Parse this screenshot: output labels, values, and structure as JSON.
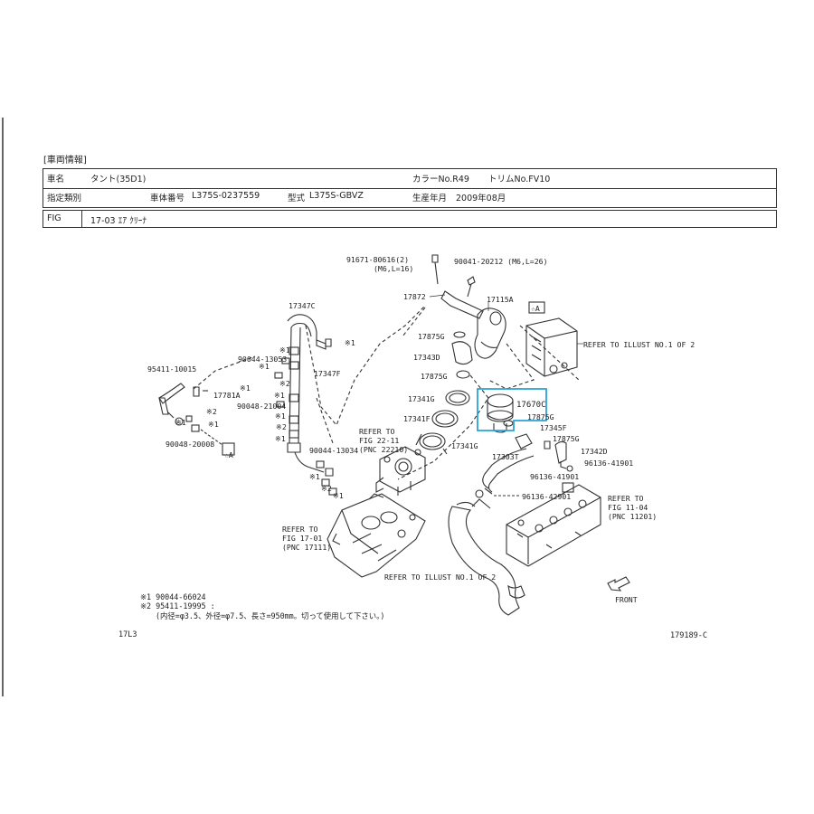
{
  "section_title": "[車両情報]",
  "vehicle": {
    "name_label": "車名",
    "name_value": "タント(35D1)",
    "color_label": "カラーNo.R49",
    "trim_label": "トリムNo.FV10",
    "category_label": "指定類別",
    "chassis_label": "車体番号",
    "chassis_value": "L375S-0237559",
    "model_label": "型式",
    "model_value": "L375S-GBVZ",
    "production_label": "生産年月",
    "production_value": "2009年08月"
  },
  "fig": {
    "label": "FIG",
    "value": "17-03 ｴｱ ｸﾘｰﾅ"
  },
  "parts": {
    "p91671": "91671-80616(2)",
    "p91671_spec": "(M6,L=16)",
    "p90041": "90041-20212 (M6,L=26)",
    "p17872": "17872",
    "p17115A": "17115A",
    "pA_right": "☆A",
    "refer_illust_right": "REFER TO ILLUST NO.1 OF 2",
    "p17347C": "17347C",
    "p17875G_1": "17875G",
    "p17343D": "17343D",
    "p17875G_2": "17875G",
    "p17341G_1": "17341G",
    "p17670C": "17670C",
    "p17875G_3": "17875G",
    "p17341F": "17341F",
    "p17345F": "17345F",
    "p17875G_4": "17875G",
    "p17341G_2": "17341G",
    "p17342D": "17342D",
    "p17303T": "17303T",
    "p96136_41901a": "96136-41901",
    "p96136_41901b": "96136-41901",
    "p96136_42901": "96136-42901",
    "refer_fig_11": "REFER TO",
    "refer_fig_11b": "FIG 11-04",
    "refer_fig_11c": "(PNC 11201)",
    "refer_fig_22": "REFER TO",
    "refer_fig_22b": "FIG 22-11",
    "refer_fig_22c": "(PNC 22210)",
    "refer_fig_17": "REFER TO",
    "refer_fig_17b": "FIG 17-01",
    "refer_fig_17c": "(PNC 17111)",
    "refer_illust_bottom": "REFER TO ILLUST NO.1 OF 2",
    "front": "FRONT",
    "p95411": "95411-10015",
    "p17781A": "17781A",
    "p90048_20008": "90048-20008",
    "pA_left": "☆A",
    "p90044_13053": "90044-13053",
    "p90048_21004": "90048-21004",
    "p90044_13034": "90044-13034",
    "p17347F": "17347F",
    "x1": "※1",
    "x2": "※2"
  },
  "notes": {
    "n1": "※1 90044-66024",
    "n2": "※2 95411-19995 :",
    "n3": "(内径=φ3.5、外径=φ7.5、長さ=950mm。切って使用して下さい。)"
  },
  "footer": {
    "left_code": "17L3",
    "right_code": "179189-C"
  },
  "colors": {
    "highlight": "#2aa3d6",
    "line": "#333333"
  }
}
